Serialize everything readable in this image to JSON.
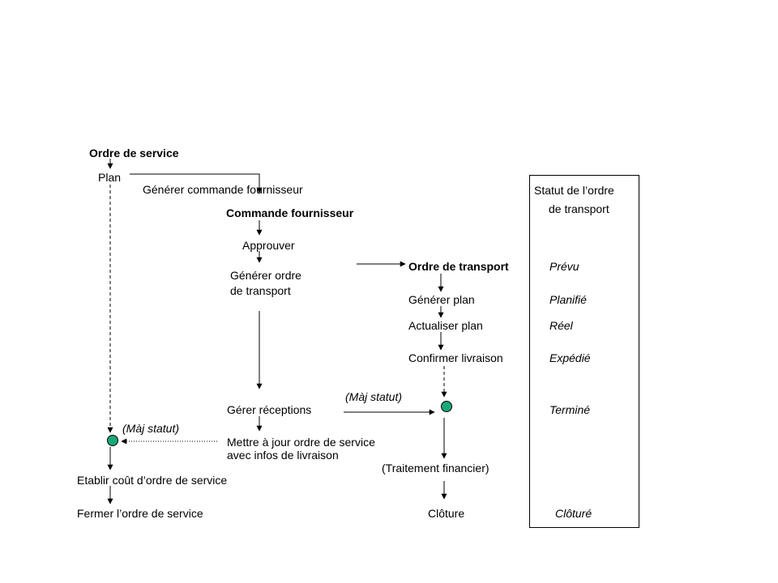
{
  "flow": {
    "service_order": {
      "title": "Ordre de service",
      "plan": "Plan",
      "update_status": "(Màj statut)",
      "establish_cost": "Etablir coût d’ordre de service",
      "close": "Fermer l’ordre de service"
    },
    "supplier_order": {
      "generate": "Générer commande fournisseur",
      "title": "Commande fournisseur",
      "approve": "Approuver",
      "generate_transport_line1": "Générer ordre",
      "generate_transport_line2": "de transport",
      "manage_receipts": "Gérer réceptions",
      "update_line1": "Mettre à jour ordre de service",
      "update_line2": "avec infos de livraison"
    },
    "transport_order": {
      "title": "Ordre de transport",
      "generate_plan": "Générer plan",
      "update_plan": "Actualiser plan",
      "confirm_delivery": "Confirmer livraison",
      "update_status": "(Màj statut)",
      "financial": "(Traitement financier)",
      "closure": "Clôture"
    }
  },
  "status_panel": {
    "title_line1": "Statut de l’ordre",
    "title_line2": "de transport",
    "statuses": [
      "Prévu",
      "Planifié",
      "Réel",
      "Expédié",
      "Terminé",
      "Clôturé"
    ]
  },
  "colors": {
    "node_fill": "#1aa87a",
    "line": "#000000"
  }
}
